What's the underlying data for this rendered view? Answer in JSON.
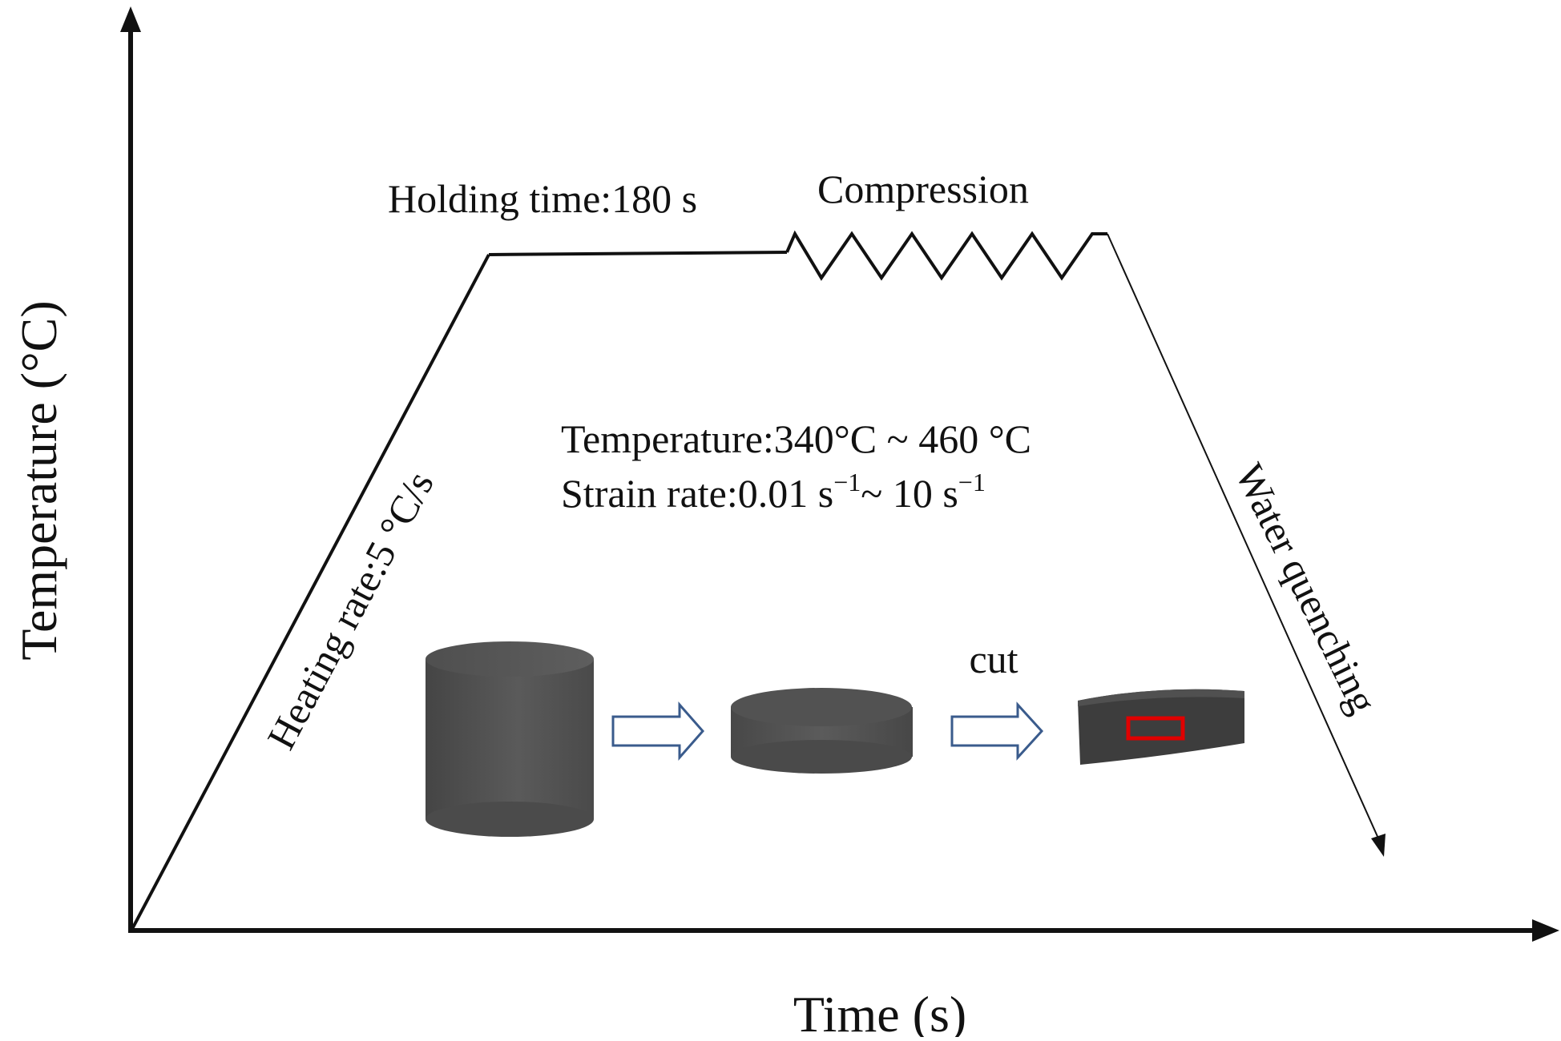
{
  "diagram": {
    "axes": {
      "y_label": "Temperature (°C)",
      "x_label": "Time (s)"
    },
    "stages": {
      "heating": "Heating rate:5 °C/s",
      "holding": "Holding time:180 s",
      "compression": "Compression",
      "quenching": "Water quenching"
    },
    "conditions": {
      "temperature": "Temperature:340°C ~ 460 °C",
      "strain_rate_prefix": "Strain rate:0.01 s",
      "strain_rate_exp1": "−1",
      "strain_rate_mid": "~ 10 s",
      "strain_rate_exp2": "−1"
    },
    "specimen": {
      "cut_label": "cut"
    },
    "colors": {
      "line": "#111111",
      "specimen_dark": "#3d3d3d",
      "arrow_outline": "#3a5b8c",
      "cut_region": "#e00000"
    }
  }
}
